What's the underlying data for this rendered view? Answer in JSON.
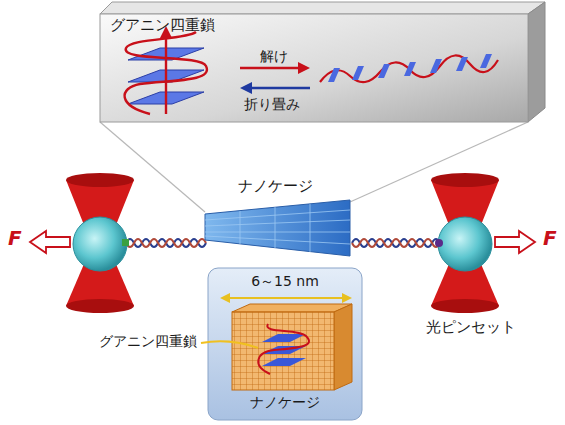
{
  "diagram": {
    "nodes": [
      {
        "text": [
          "グアニン四重鎖",
          "解け",
          "折り畳み"
        ]
      },
      {
        "text": [
          "6～15 nm",
          "ナノケージ"
        ]
      }
    ],
    "labels": [
      "ナノケージ",
      "F",
      "F",
      "光ピンセット",
      "グアニン四重鎖"
    ]
  }
}
